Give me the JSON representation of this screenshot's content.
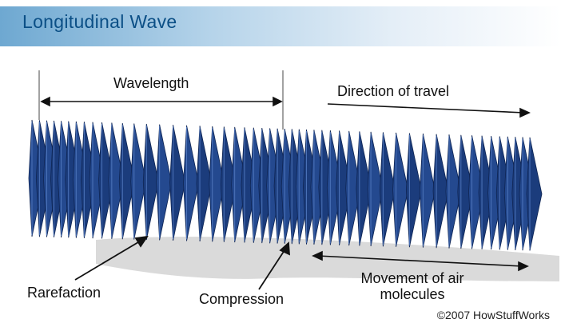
{
  "title": "Longitudinal Wave",
  "labels": {
    "wavelength": "Wavelength",
    "direction": "Direction of travel",
    "rarefaction": "Rarefaction",
    "compression": "Compression",
    "movement": "Movement of air molecules"
  },
  "copyright": "©2007 HowStuffWorks",
  "colors": {
    "header_gradient_start": "#6ea8d1",
    "title": "#0b4f86",
    "wave_dark": "#16346e",
    "wave_light": "#3f63a6",
    "shadow": "#cfcfcf"
  }
}
